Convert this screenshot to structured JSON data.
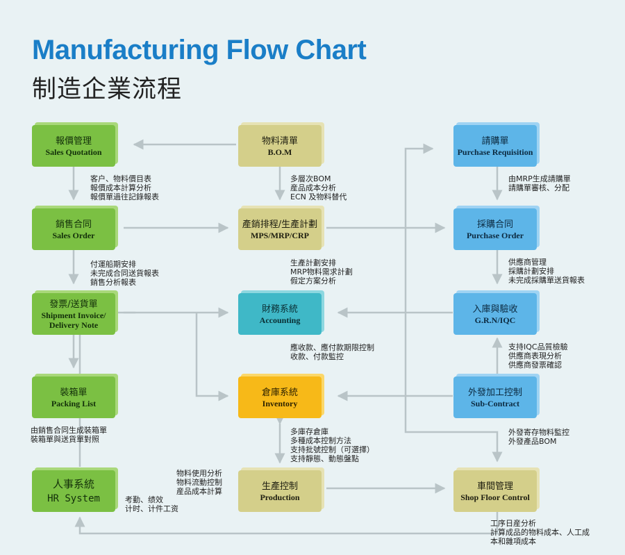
{
  "title": "Manufacturing Flow Chart",
  "subtitle": "制造企業流程",
  "colors": {
    "green": "#7bc043",
    "olive": "#d4cf8a",
    "blue": "#5db5e8",
    "teal": "#3fb8c7",
    "yellow": "#f7b918",
    "line": "#b9c4c7",
    "title": "#1a7ec7"
  },
  "boxes": {
    "sales_quotation": {
      "zh": "報價管理",
      "en": "Sales Quotation"
    },
    "bom": {
      "zh": "物料清單",
      "en": "B.O.M"
    },
    "purchase_requisition": {
      "zh": "請購單",
      "en": "Purchase Requisition"
    },
    "sales_order": {
      "zh": "銷售合同",
      "en": "Sales Order"
    },
    "mps": {
      "zh": "產銷排程/生產計劃",
      "en": "MPS/MRP/CRP"
    },
    "purchase_order": {
      "zh": "採購合同",
      "en": "Purchase Order"
    },
    "shipment": {
      "zh": "發票/送貨單",
      "en1": "Shipment Invoice/",
      "en2": "Delivery Note"
    },
    "accounting": {
      "zh": "財務系統",
      "en": "Accounting"
    },
    "grn": {
      "zh": "入庫與驗收",
      "en": "G.R.N/IQC"
    },
    "packing_list": {
      "zh": "裝箱單",
      "en": "Packing List"
    },
    "inventory": {
      "zh": "倉庫系統",
      "en": "Inventory"
    },
    "sub_contract": {
      "zh": "外發加工控制",
      "en": "Sub-Contract"
    },
    "hr_system": {
      "zh": "人事系統",
      "en": "HR System"
    },
    "production": {
      "zh": "生產控制",
      "en": "Production"
    },
    "shop_floor": {
      "zh": "車間管理",
      "en": "Shop Floor Control"
    }
  },
  "notes": {
    "quotation_to_order": "客户、物料價目表\n報價成本計算分析\n報價單過往記錄報表",
    "bom_to_mps": "多層次BOM\n産品成本分析\nECN 及物料替代",
    "req_to_po": "由MRP生成請購單\n請購單審核、分配",
    "order_to_shipment": "付運船期安排\n未完成合同送貨報表\n銷售分析報表",
    "mps_to_accounting": "生產計劃安排\nMRP物料需求計劃\n假定方案分析",
    "po_to_grn": "供應商管理\n採購計劃安排\n未完成採購單送貨報表",
    "accounting_to_inventory": "應收款、應付款期限控制\n收款、付款監控",
    "subcontract_to_grn": "支持IQC品質檢驗\n供應商表現分析\n供應商發票確認",
    "packing": "由銷售合同生成裝箱單\n裝箱單與送貨單對照",
    "inventory_production": "多庫存倉庫\n多種成本控制方法\n支持批號控制（可選擇）\n支持靜態、動態盤點",
    "subcontract_to_shopfloor": "外發寄存物料監控\n外發產品BOM",
    "production_left": "物料使用分析\n物料流動控制\n産品成本計算",
    "hr": "考勤、绩效\n计时、计件工资",
    "shop_floor": "工序日産分析\n計算成品的物料成本、人工成\n本和雜項成本"
  }
}
